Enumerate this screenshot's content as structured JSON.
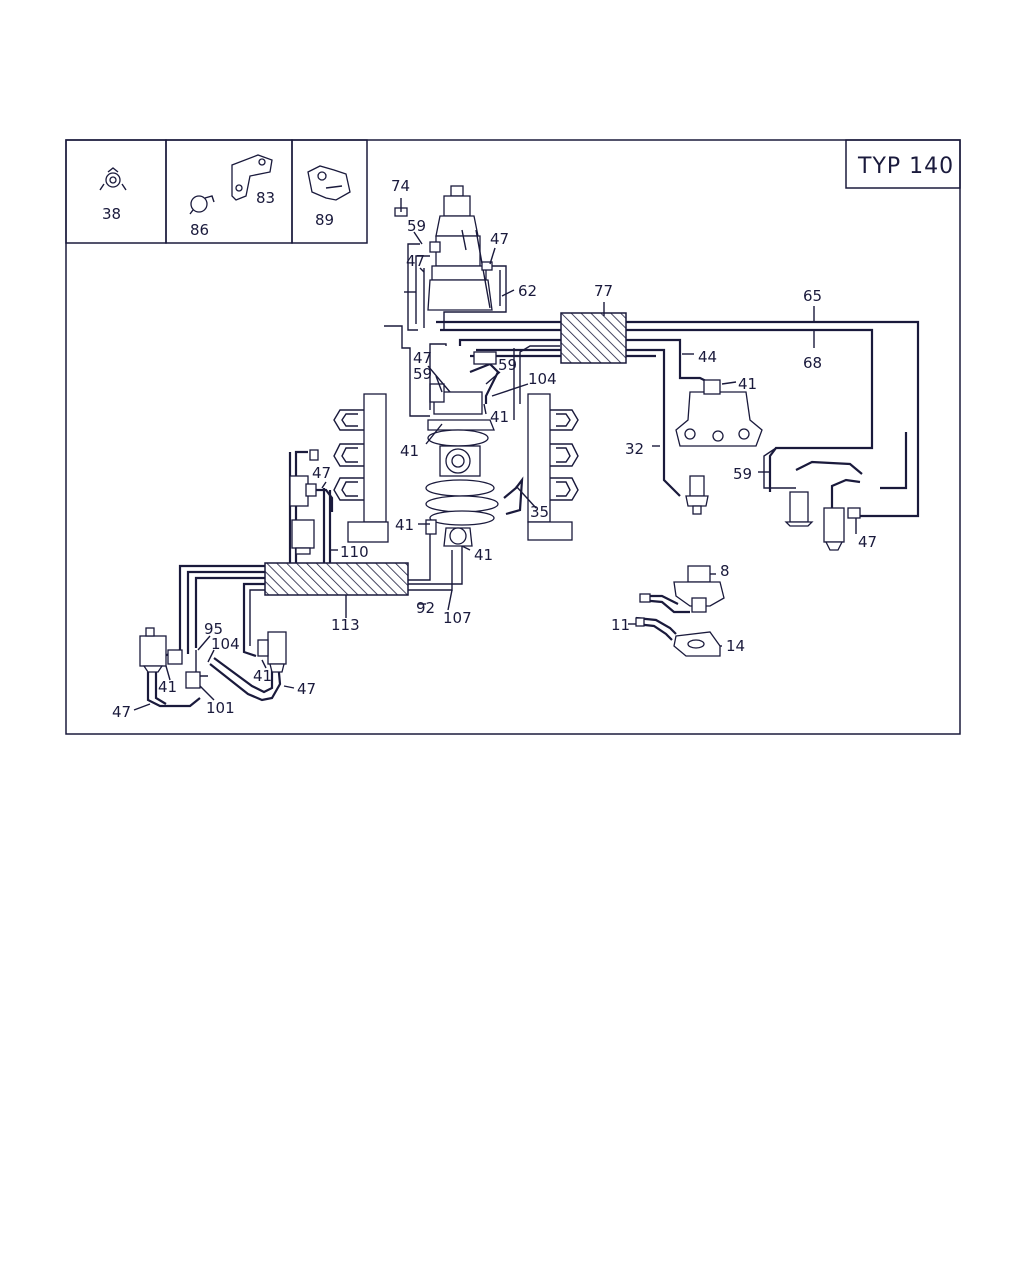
{
  "type_label": "TYP  140",
  "legend": {
    "clip_label": "38",
    "clamp_label": "86",
    "bracket_label": "83",
    "holder_label": "89"
  },
  "callouts": {
    "c74": "74",
    "c59_top": "59",
    "c47_top_right": "47",
    "c47_top_left": "47",
    "c62": "62",
    "c77": "77",
    "c65": "65",
    "c68": "68",
    "c44": "44",
    "c41_pump": "41",
    "c47_mid": "47",
    "c59_mid": "59",
    "c59_valve": "59",
    "c104_mid": "104",
    "c41_mid_right": "41",
    "c41_mid_left": "41",
    "c32": "32",
    "c59_right": "59",
    "c47_right": "47",
    "c47_left": "47",
    "c35": "35",
    "c41_small": "41",
    "c41_lower": "41",
    "c110": "110",
    "c92": "92",
    "c107": "107",
    "c113": "113",
    "c8": "8",
    "c11": "11",
    "c14": "14",
    "c95": "95",
    "c104_low": "104",
    "c41_low_left": "41",
    "c41_low_right": "41",
    "c47_low_right": "47",
    "c47_low_left": "47",
    "c101": "101"
  }
}
